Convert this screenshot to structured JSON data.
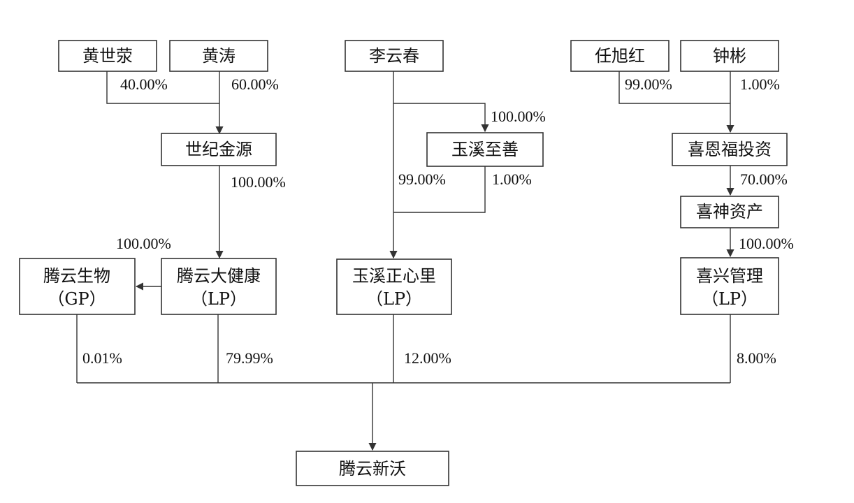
{
  "entities": {
    "huang_shirong": "黄世荥",
    "huang_tao": "黄涛",
    "li_yunchun": "李云春",
    "ren_xuhong": "任旭红",
    "zhong_bin": "钟彬",
    "shiji_jinyuan": "世纪金源",
    "yuxi_zhishan": "玉溪至善",
    "xien_fu": "喜恩福投资",
    "xishen": "喜神资产",
    "tengyun_bio": {
      "name": "腾云生物",
      "role": "（GP）"
    },
    "tengyun_health": {
      "name": "腾云大健康",
      "role": "（LP）"
    },
    "yuxi_zhengxinli": {
      "name": "玉溪正心里",
      "role": "（LP）"
    },
    "xixing": {
      "name": "喜兴管理",
      "role": "（LP）"
    },
    "tengyun_xinwo": "腾云新沃"
  },
  "percentages": {
    "huang_shirong_to_shiji": "40.00%",
    "huang_tao_to_shiji": "60.00%",
    "li_to_yuxi_zhishan": "100.00%",
    "ren_to_xien": "99.00%",
    "zhong_to_xien": "1.00%",
    "shiji_to_health": "100.00%",
    "li_to_zhengxinli": "99.00%",
    "zhishan_to_zhengxinli": "1.00%",
    "xien_to_xishen": "70.00%",
    "health_to_bio": "100.00%",
    "xishen_to_xixing": "100.00%",
    "bio_to_xinwo": "0.01%",
    "health_to_xinwo": "79.99%",
    "zhengxinli_to_xinwo": "12.00%",
    "xixing_to_xinwo": "8.00%"
  },
  "colors": {
    "line": "#333333",
    "text": "#111111"
  }
}
